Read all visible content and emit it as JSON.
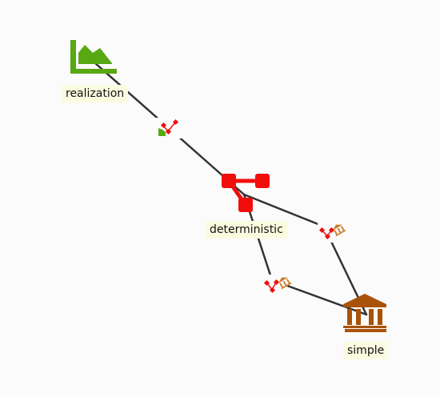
{
  "nodes": [
    {
      "id": "realization",
      "label": "realization",
      "icon": "area-chart-icon",
      "color": "#58a813"
    },
    {
      "id": "deterministic",
      "label": "deterministic",
      "icon": "network-nodes-icon",
      "color": "#f20d0d"
    },
    {
      "id": "simple",
      "label": "simple",
      "icon": "bank-building-icon",
      "color": "#a8520a"
    }
  ],
  "edges": [
    {
      "from": "realization",
      "to": "deterministic",
      "badge": "node-link-icon",
      "badge_accent": "#58a813"
    },
    {
      "from": "deterministic",
      "to": "simple",
      "badge": "node-link-icon",
      "badge_accent": "#a8520a"
    },
    {
      "from": "deterministic",
      "to": "simple",
      "badge": "node-link-icon",
      "badge_accent": "#a8520a"
    }
  ],
  "colors": {
    "edge": "#333333",
    "label_bg": "#fbfbe0",
    "background": "#fbfbfb"
  }
}
